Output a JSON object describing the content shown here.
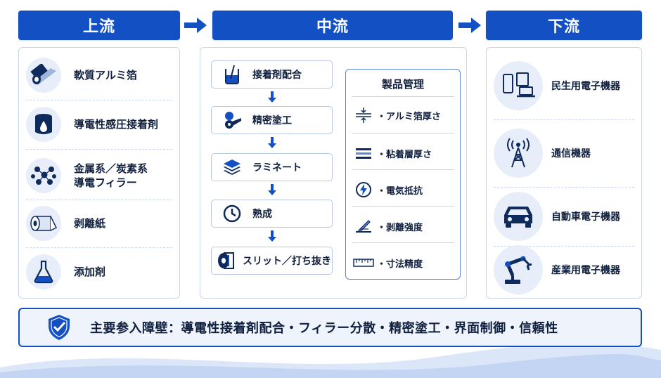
{
  "headers": {
    "upstream": "上流",
    "midstream": "中流",
    "downstream": "下流"
  },
  "upstream_items": [
    {
      "label": "軟質アルミ箔",
      "icon": "foil-roll-icon"
    },
    {
      "label": "導電性感圧接着剤",
      "icon": "adhesive-can-icon"
    },
    {
      "label": "金属系／炭素系\n導電フィラー",
      "icon": "particles-icon"
    },
    {
      "label": "剥離紙",
      "icon": "paper-roll-icon"
    },
    {
      "label": "添加剤",
      "icon": "flask-icon"
    }
  ],
  "process_steps": [
    {
      "label": "接着剤配合",
      "icon": "mixing-beaker-icon"
    },
    {
      "label": "精密塗工",
      "icon": "coating-roller-icon"
    },
    {
      "label": "ラミネート",
      "icon": "layers-icon"
    },
    {
      "label": "熟成",
      "icon": "clock-icon"
    },
    {
      "label": "スリット／打ち抜き",
      "icon": "slitting-roll-icon"
    }
  ],
  "quality_control": {
    "title": "製品管理",
    "items": [
      {
        "label": "・アルミ箔厚さ",
        "icon": "thickness-icon"
      },
      {
        "label": "・粘着層厚さ",
        "icon": "layer-lines-icon"
      },
      {
        "label": "・電気抵抗",
        "icon": "lightning-icon"
      },
      {
        "label": "・剥離強度",
        "icon": "peel-icon"
      },
      {
        "label": "・寸法精度",
        "icon": "ruler-icon"
      }
    ]
  },
  "downstream_items": [
    {
      "label": "民生用電子機器",
      "icon": "consumer-devices-icon"
    },
    {
      "label": "通信機器",
      "icon": "antenna-tower-icon"
    },
    {
      "label": "自動車電子機器",
      "icon": "car-icon"
    },
    {
      "label": "産業用電子機器",
      "icon": "robot-arm-icon"
    }
  ],
  "barrier": {
    "text": "主要参入障壁：導電性接着剤配合・フィラー分散・精密塗工・界面制御・信頼性",
    "icon": "shield-check-icon"
  },
  "colors": {
    "primary": "#1350c4",
    "panel_border": "#c9d6ee",
    "icon_bg": "#e8eef9",
    "text": "#0f1f3d"
  }
}
